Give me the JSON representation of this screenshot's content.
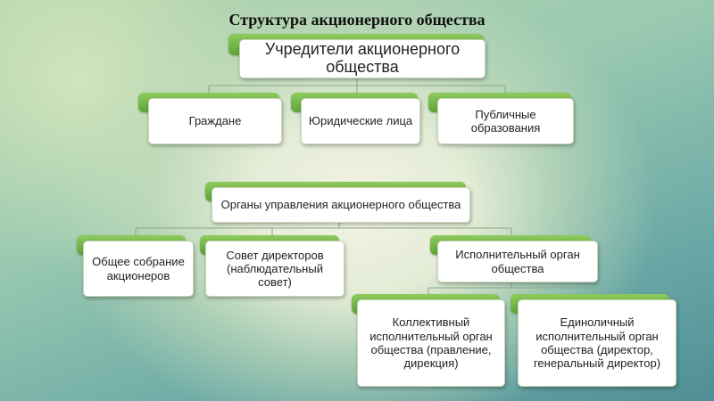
{
  "title": "Структура акционерного общества",
  "top_tree": {
    "root": "Учредители акционерного общества",
    "children": [
      "Граждане",
      "Юридические лица",
      "Публичные образования"
    ]
  },
  "bottom_tree": {
    "root": "Органы управления акционерного общества",
    "children": [
      "Общее собрание акционеров",
      "Совет директоров (наблюдательный совет)",
      "Исполнительный орган общества"
    ],
    "executive_children": [
      "Коллективный исполнительный орган общества (правление, дирекция)",
      "Единоличный исполнительный орган общества (директор, генеральный директор)"
    ]
  },
  "colors": {
    "accent_green": "#6fb247",
    "connector": "#7e9a78",
    "box_fill": "#ffffff"
  }
}
